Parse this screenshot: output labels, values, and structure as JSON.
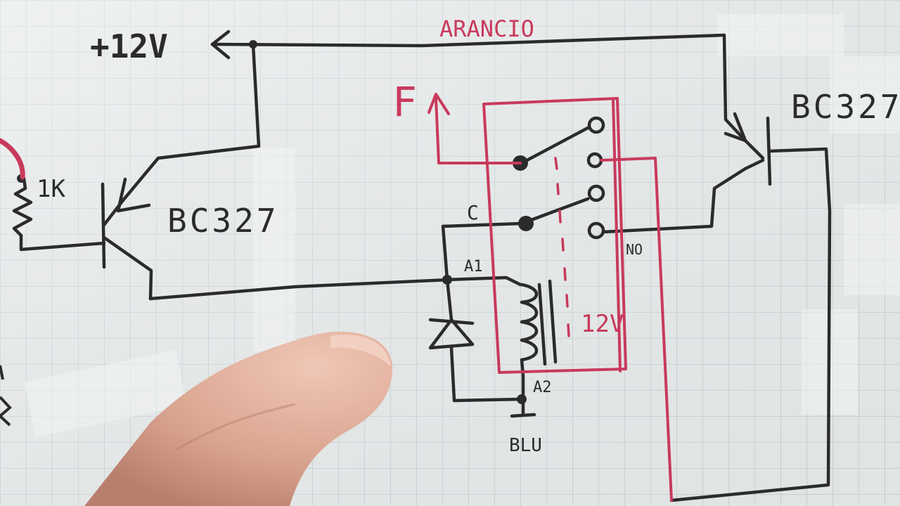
{
  "labels": {
    "supply": "+12V",
    "wire_color": "ARANCIO",
    "output": "F",
    "transistor_left": "BC327",
    "transistor_right": "BC327",
    "resistor": "1K",
    "relay_common": "C",
    "relay_no": "NO",
    "coil_a1": "A1",
    "coil_a2": "A2",
    "coil_voltage": "12V",
    "ground_color": "BLU"
  },
  "colors": {
    "paper": "#e9ecec",
    "grid": "#b9c2c5",
    "ink": "#2b2b2d",
    "red_ink": "#c83a5c",
    "skin": "#d9a48f"
  }
}
